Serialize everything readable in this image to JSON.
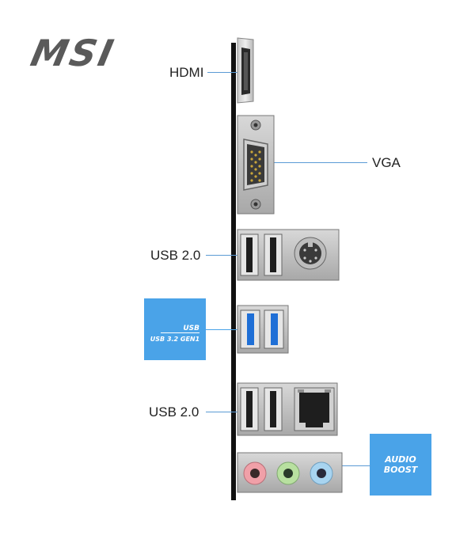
{
  "brand": {
    "logo_text": "MSI"
  },
  "ports": {
    "hdmi": {
      "label": "HDMI"
    },
    "vga": {
      "label": "VGA"
    },
    "usb2_top": {
      "label": "USB 2.0"
    },
    "usb2_bottom": {
      "label": "USB 2.0"
    }
  },
  "badges": {
    "usb": {
      "line1": "USB",
      "line2": "USB 3.2 GEN1"
    },
    "audio": {
      "line1": "AUDIO",
      "line2": "BOOST"
    }
  },
  "colors": {
    "leader_line": "#5b9bd5",
    "badge_blue": "#4aa3e8",
    "usb3_port_blue": "#1f6fd6",
    "audio_pink": "#f0a0a8",
    "audio_green": "#b8e0a0",
    "audio_blue": "#a8d4f0"
  }
}
